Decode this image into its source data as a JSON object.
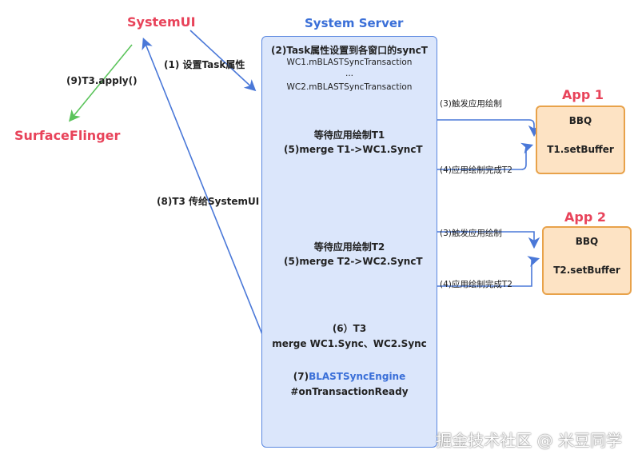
{
  "nodes": {
    "systemui": "SystemUI",
    "system_server": "System Server",
    "surfaceflinger": "SurfaceFlinger",
    "app1": "App 1",
    "app2": "App 2"
  },
  "edges": {
    "set_task_attr": "(1) 设置Task属性",
    "t3_apply": "(9)T3.apply()",
    "t3_to_systemui": "(8)T3 传给SystemUI",
    "trigger_draw_1": "(3)触发应用绘制",
    "draw_done_1": "(4)应用绘制完成T2",
    "trigger_draw_2": "(3)触发应用绘制",
    "draw_done_2": "(4)应用绘制完成T2"
  },
  "server": {
    "step2_title": "(2)Task属性设置到各窗口的syncT",
    "wc1_txn": "WC1.mBLASTSyncTransaction",
    "ellipsis": "...",
    "wc2_txn": "WC2.mBLASTSyncTransaction",
    "wait_t1": "等待应用绘制T1",
    "merge_t1": "(5)merge T1->WC1.SyncT",
    "wait_t2": "等待应用绘制T2",
    "merge_t2": "(5)merge T2->WC2.SyncT",
    "step6_title": "(6）T3",
    "step6_merge": "merge WC1.Sync、WC2.Sync",
    "step7_prefix": "(7)",
    "step7_engine": "BLASTSyncEngine",
    "step7_method": "#onTransactionReady"
  },
  "app1": {
    "bbq": "BBQ",
    "buffer": "T1.setBuffer"
  },
  "app2": {
    "bbq": "BBQ",
    "buffer": "T2.setBuffer"
  },
  "watermark": "掘金技术社区 @ 米豆同学",
  "colors": {
    "title_red": "#e8435a",
    "title_blue": "#3a6fd8",
    "server_fill": "#dbe6fb",
    "app_fill": "#fde3c4",
    "app_border": "#e8a24a",
    "arrow_blue": "#4a78d8",
    "arrow_green": "#5cc45c"
  }
}
